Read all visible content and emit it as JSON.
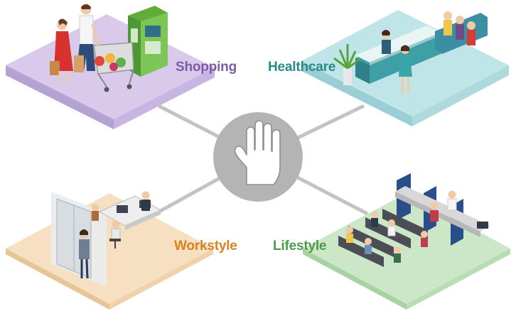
{
  "labels": {
    "shopping": "Shopping",
    "healthcare": "Healthcare",
    "workstyle": "Workstyle",
    "lifestyle": "Lifestyle"
  },
  "hub_icon": "raised-palm-hand-icon",
  "colors": {
    "shopping_label": "#7d5ca4",
    "healthcare_label": "#2a8a87",
    "workstyle_label": "#d9821f",
    "lifestyle_label": "#4f9a4a",
    "shopping_tile": "#d8c9ec",
    "healthcare_tile": "#bfe4e7",
    "workstyle_tile": "#f6dfbf",
    "lifestyle_tile": "#c9e6c6",
    "hub_circle": "#b4b4b4",
    "connector": "#c3c3c3"
  }
}
